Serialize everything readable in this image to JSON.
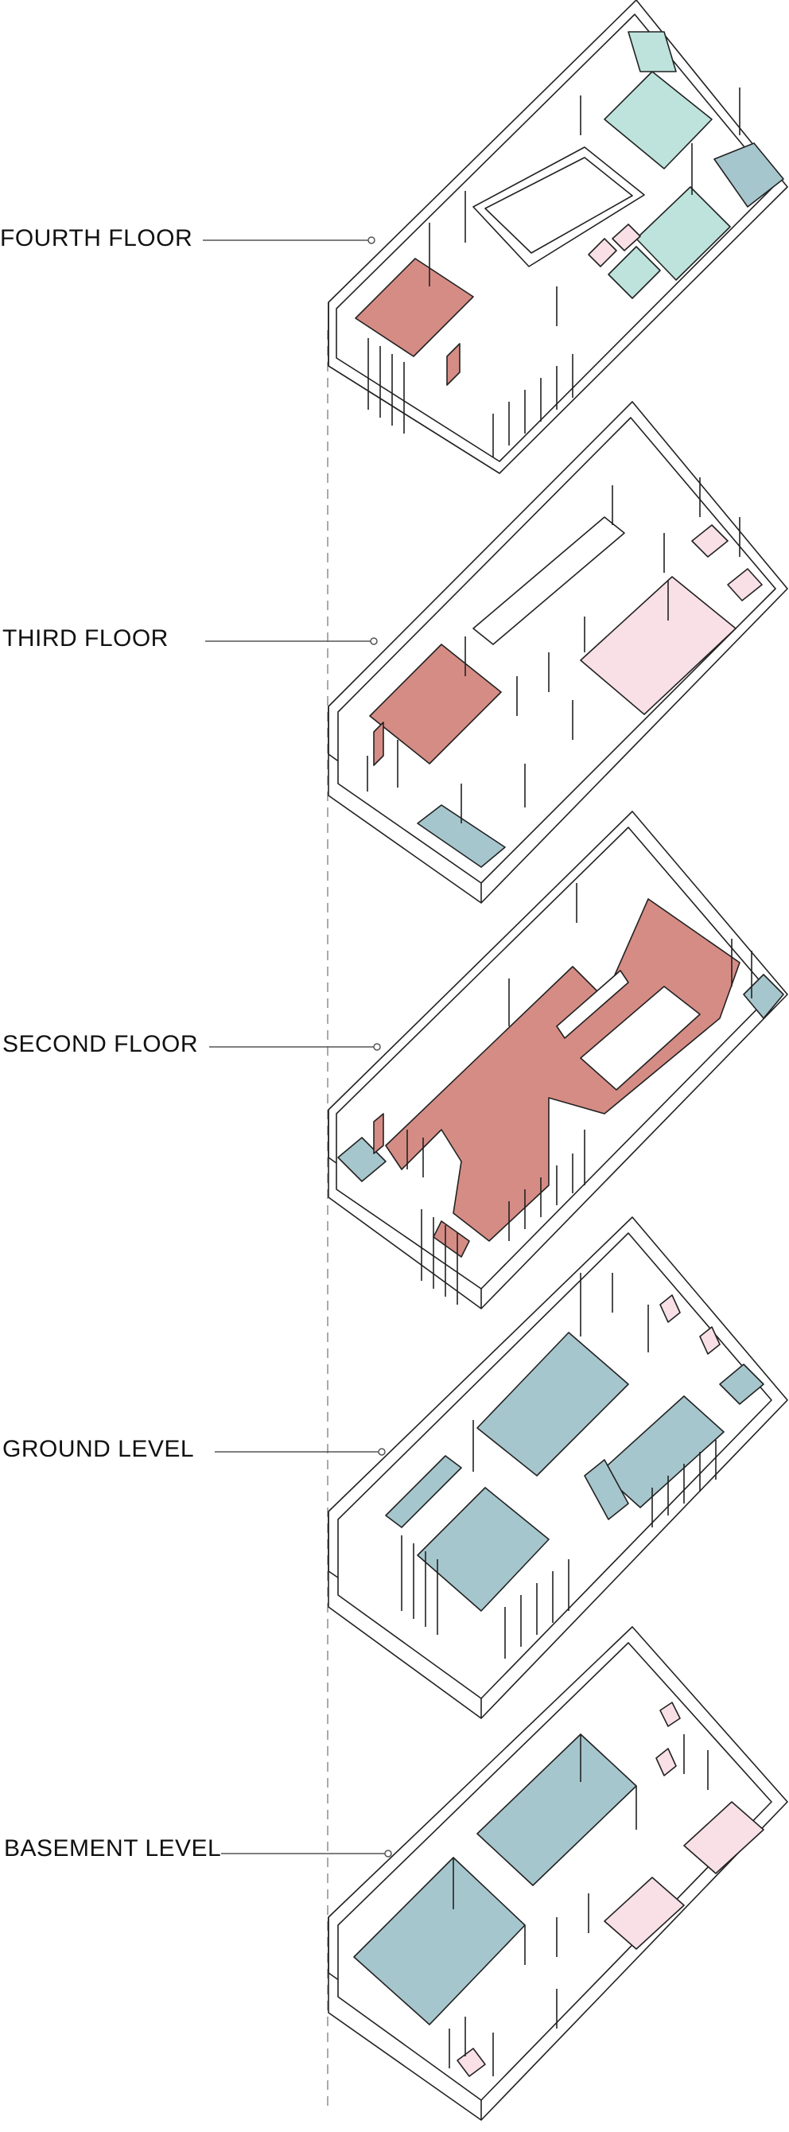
{
  "floors": [
    {
      "label": "FOURTH FLOOR"
    },
    {
      "label": "THIRD FLOOR"
    },
    {
      "label": "SECOND FLOOR"
    },
    {
      "label": "GROUND LEVEL"
    },
    {
      "label": "BASEMENT LEVEL"
    }
  ],
  "colors": {
    "line": "#222222",
    "wall": "#ffffff",
    "red": "#d58c85",
    "pink": "#f8e0e6",
    "mint": "#bde3dc",
    "blue": "#a6c6cd",
    "dash": "#aaaaaa"
  }
}
